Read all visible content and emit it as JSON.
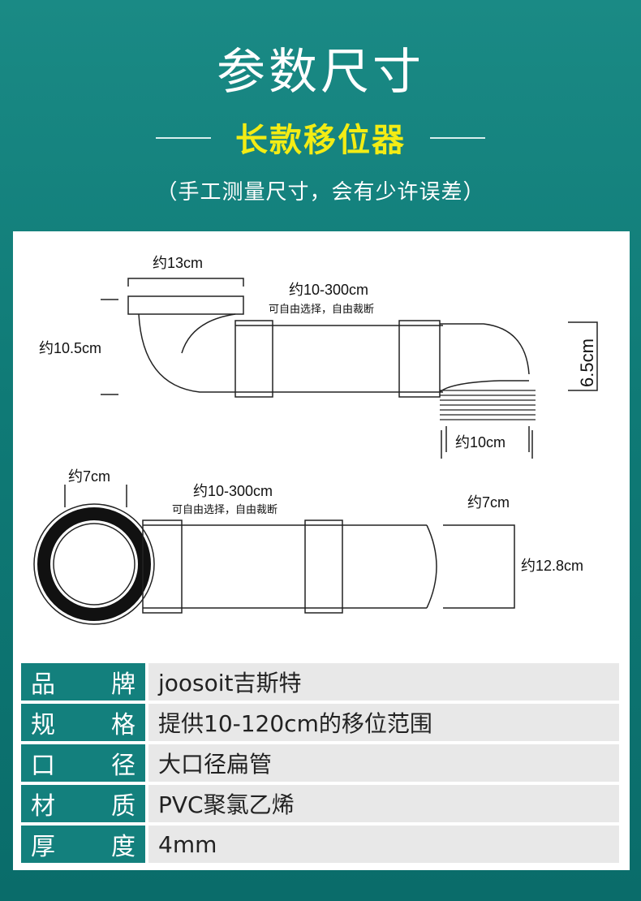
{
  "header": {
    "title": "参数尺寸",
    "subtitle": "长款移位器",
    "note": "（手工测量尺寸，会有少许误差）"
  },
  "diagram": {
    "top_view": {
      "width_label": "约13cm",
      "length_label": "约10-300cm",
      "length_note": "可自由选择，自由裁断",
      "height_label": "约10.5cm",
      "end_height_label": "6.5cm",
      "end_width_label": "约10cm"
    },
    "side_view": {
      "diameter_label": "约7cm",
      "length_label": "约10-300cm",
      "length_note": "可自由选择，自由裁断",
      "end_width_label": "约7cm",
      "end_height_label": "约12.8cm"
    }
  },
  "specs": [
    {
      "key_a": "品",
      "key_b": "牌",
      "value": "joosoit吉斯特"
    },
    {
      "key_a": "规",
      "key_b": "格",
      "value": "提供10-120cm的移位范围"
    },
    {
      "key_a": "口",
      "key_b": "径",
      "value": "大口径扁管"
    },
    {
      "key_a": "材",
      "key_b": "质",
      "value": "PVC聚氯乙烯"
    },
    {
      "key_a": "厚",
      "key_b": "度",
      "value": "4mm"
    }
  ]
}
